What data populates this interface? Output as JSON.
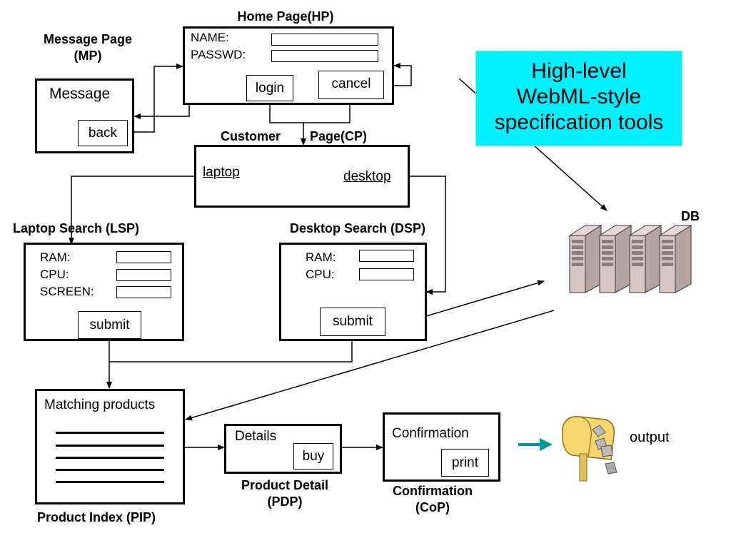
{
  "home_page": {
    "title": "Home Page(HP)",
    "name_label": "NAME:",
    "passwd_label": "PASSWD:",
    "login": "login",
    "cancel": "cancel"
  },
  "message_page": {
    "title_line1": "Message Page",
    "title_line2": "(MP)",
    "message": "Message",
    "back": "back"
  },
  "customer_page": {
    "title_left": "Customer",
    "title_right": "Page(CP)",
    "laptop": "laptop",
    "desktop": "desktop"
  },
  "laptop_search": {
    "title": "Laptop Search (LSP)",
    "ram": "RAM:",
    "cpu": "CPU:",
    "screen": "SCREEN:",
    "submit": "submit"
  },
  "desktop_search": {
    "title": "Desktop Search (DSP)",
    "ram": "RAM:",
    "cpu": "CPU:",
    "submit": "submit"
  },
  "product_index": {
    "header": "Matching products",
    "title": "Product Index (PIP)"
  },
  "product_detail": {
    "details": "Details",
    "buy": "buy",
    "title_line1": "Product Detail",
    "title_line2": "(PDP)"
  },
  "confirmation": {
    "confirmation": "Confirmation",
    "print": "print",
    "title_line1": "Confirmation",
    "title_line2": "(CoP)"
  },
  "callout": {
    "line1": "High-level",
    "line2": "WebML-style",
    "line3": "specification tools"
  },
  "db": {
    "label": "DB",
    "icon": "server-stack-icon"
  },
  "output": {
    "label": "output",
    "icon": "mailbox-icon"
  },
  "colors": {
    "callout_bg": "#00f0ff",
    "arrow_teal": "#009999"
  }
}
